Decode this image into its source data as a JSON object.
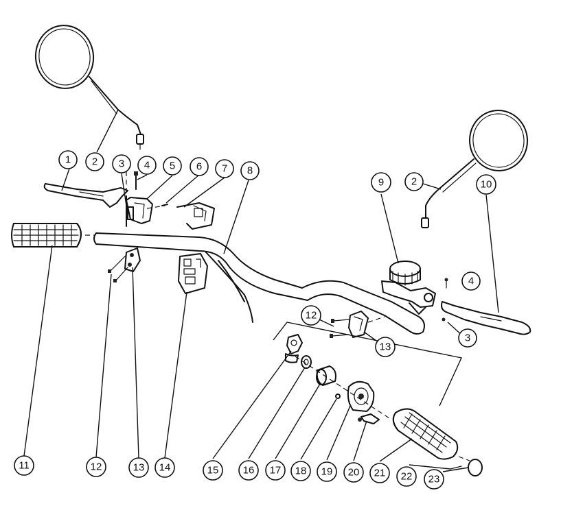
{
  "diagram": {
    "callouts": [
      {
        "label": "1"
      },
      {
        "label": "2"
      },
      {
        "label": "3"
      },
      {
        "label": "4"
      },
      {
        "label": "5"
      },
      {
        "label": "6"
      },
      {
        "label": "7"
      },
      {
        "label": "8"
      },
      {
        "label": "9"
      },
      {
        "label": "2"
      },
      {
        "label": "10"
      },
      {
        "label": "4"
      },
      {
        "label": "12"
      },
      {
        "label": "13"
      },
      {
        "label": "3"
      },
      {
        "label": "11"
      },
      {
        "label": "12"
      },
      {
        "label": "13"
      },
      {
        "label": "14"
      },
      {
        "label": "15"
      },
      {
        "label": "16"
      },
      {
        "label": "17"
      },
      {
        "label": "18"
      },
      {
        "label": "19"
      },
      {
        "label": "20"
      },
      {
        "label": "21"
      },
      {
        "label": "22"
      },
      {
        "label": "23"
      }
    ]
  }
}
